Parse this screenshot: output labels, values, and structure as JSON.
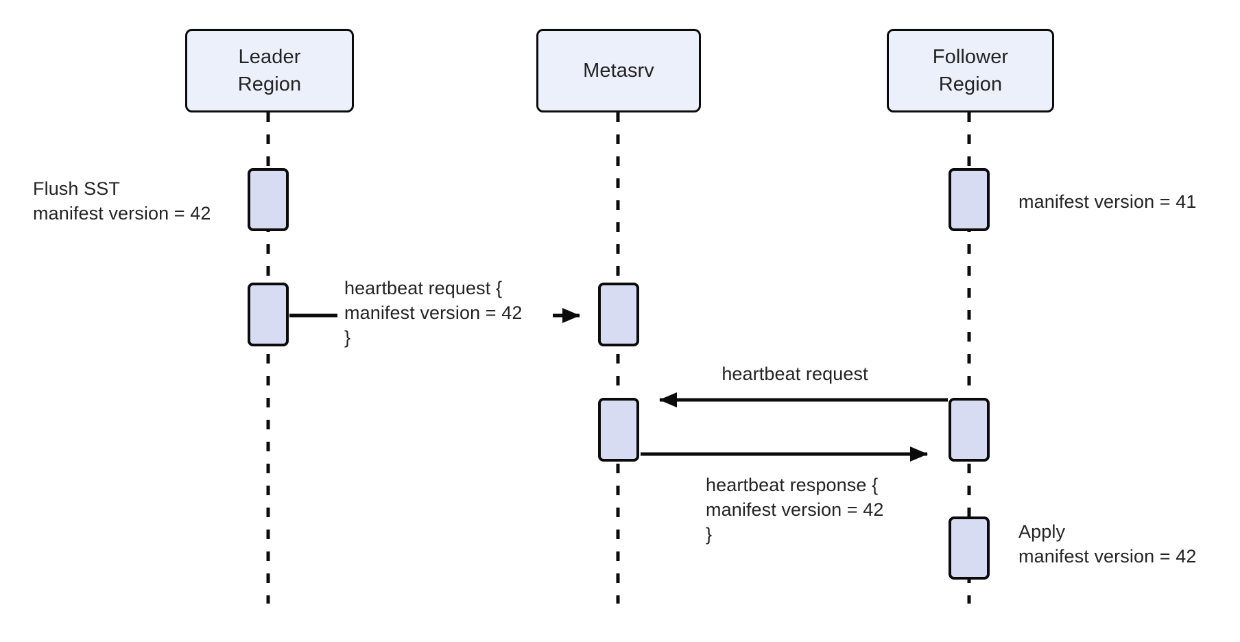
{
  "diagram": {
    "kind": "sequence-diagram",
    "background_color": "#ffffff",
    "participant_fill": "#ecf0fb",
    "activation_fill": "#d7dcf3",
    "stroke_color": "#0b0b0b",
    "text_color": "#232323",
    "participants": [
      {
        "id": "leader",
        "name": "Leader\nRegion"
      },
      {
        "id": "metasrv",
        "name": "Metasrv"
      },
      {
        "id": "follower",
        "name": "Follower\nRegion"
      }
    ],
    "notes": [
      {
        "id": "flush-sst",
        "text": "Flush SST\nmanifest version = 42"
      },
      {
        "id": "follower-version",
        "text": "manifest version = 41"
      },
      {
        "id": "apply",
        "text": "Apply\nmanifest version = 42"
      }
    ],
    "messages": [
      {
        "id": "leader-heartbeat-request",
        "from": "leader",
        "to": "metasrv",
        "direction": "right",
        "label": "heartbeat request {\n    manifest version = 42\n}"
      },
      {
        "id": "follower-heartbeat-request",
        "from": "follower",
        "to": "metasrv",
        "direction": "left",
        "label": "heartbeat request"
      },
      {
        "id": "metasrv-heartbeat-response",
        "from": "metasrv",
        "to": "follower",
        "direction": "right",
        "label": "heartbeat response {\n    manifest version = 42\n}"
      }
    ]
  }
}
